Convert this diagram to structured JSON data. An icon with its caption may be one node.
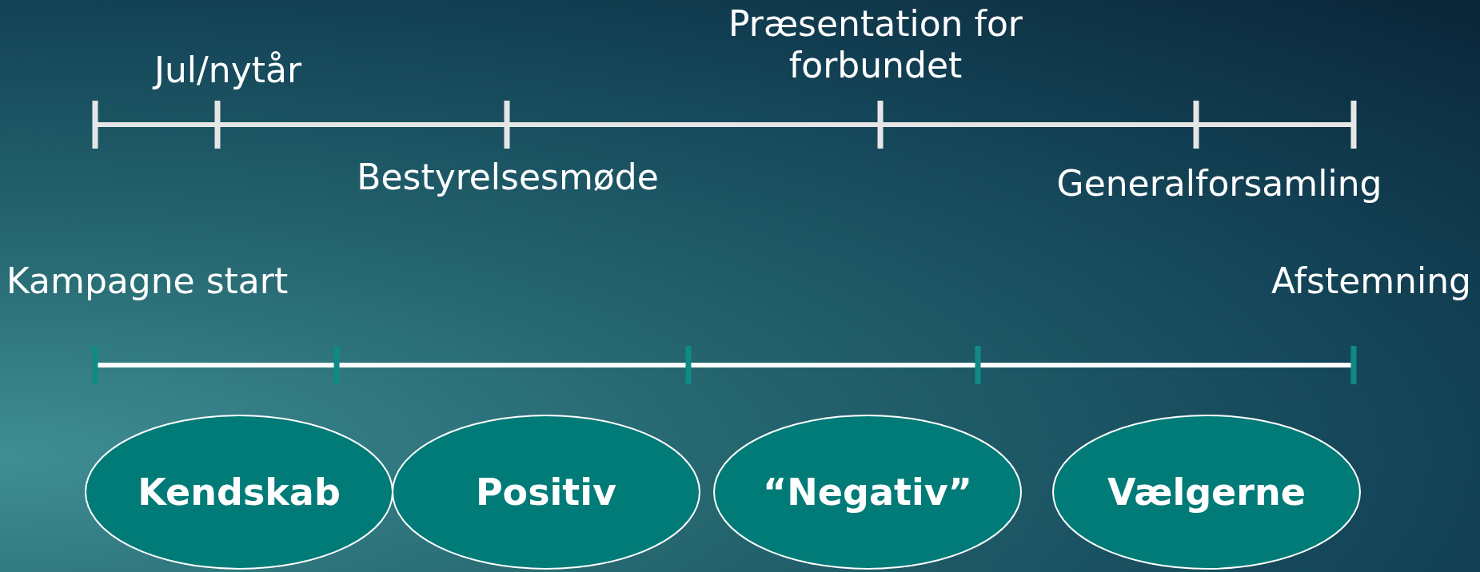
{
  "diagram": {
    "nodes": [
      {
        "text": [
          "Kendskab"
        ]
      },
      {
        "text": [
          "Positiv"
        ]
      },
      {
        "text": [
          "“Negativ”"
        ]
      },
      {
        "text": [
          "Vælgerne"
        ]
      }
    ],
    "labels": [
      "Præsentation for forbundet",
      "Jul/nytår",
      "Bestyrelsesmøde",
      "Generalforsamling",
      "Kampagne start",
      "Afstemning"
    ]
  }
}
